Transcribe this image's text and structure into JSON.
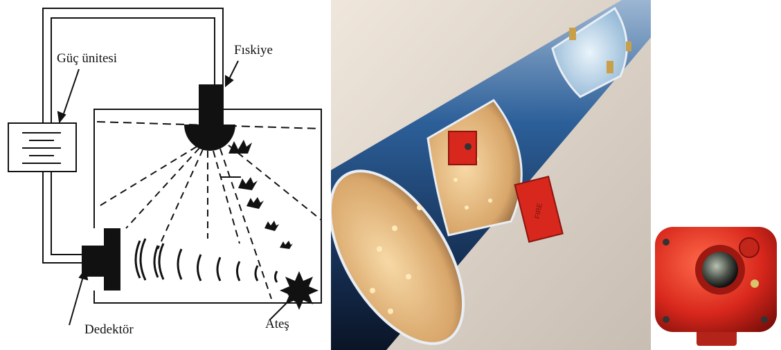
{
  "diagram": {
    "labels": {
      "power_unit": "Güç ünitesi",
      "sprinkler": "Fıskiye",
      "detector": "Dedektör",
      "fire": "Ateş"
    }
  },
  "pipe_illustration": {
    "box_label": "FIRE"
  },
  "colors": {
    "detector_red": "#d8271c",
    "pipe_blue": "#2c5f99",
    "line_black": "#111111"
  }
}
